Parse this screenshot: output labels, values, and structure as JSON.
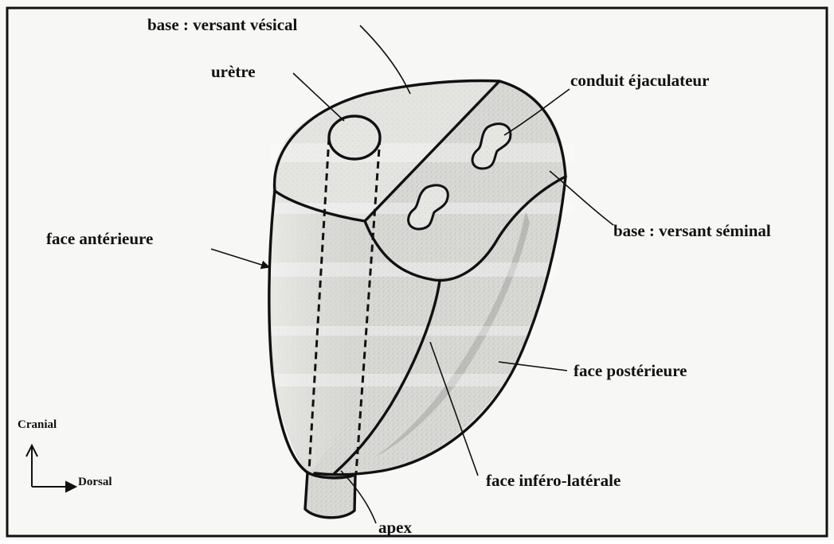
{
  "labels": {
    "base_vesical": "base : versant vésical",
    "uretre": "urètre",
    "conduit": "conduit éjaculateur",
    "base_seminal": "base : versant séminal",
    "face_anterieure": "face antérieure",
    "face_posterieure": "face postérieure",
    "face_infero_laterale": "face inféro-latérale",
    "apex": "apex"
  },
  "orientation": {
    "cranial": "Cranial",
    "dorsal": "Dorsal"
  }
}
